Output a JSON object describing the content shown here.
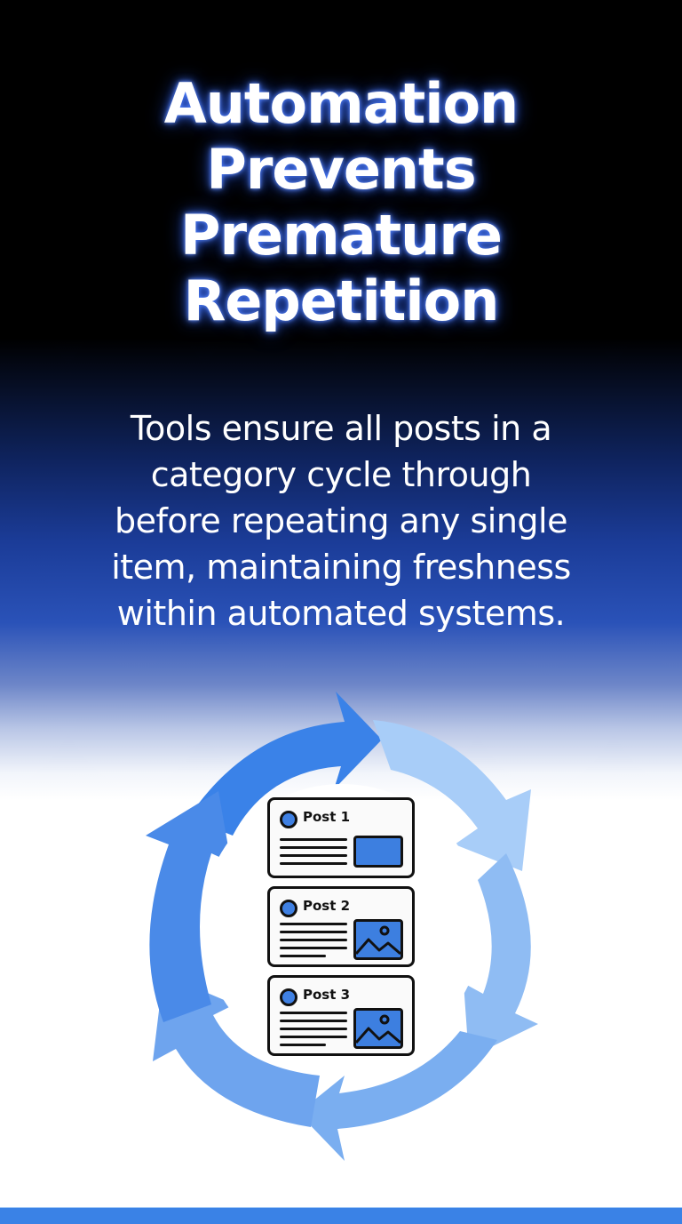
{
  "header": {
    "title_lines": [
      "Automation",
      "Prevents",
      "Premature",
      "Repetition"
    ],
    "subtitle_lines": [
      "Tools ensure all posts in a",
      "category cycle through",
      "before repeating any single",
      "item, maintaining freshness",
      "within automated systems."
    ]
  },
  "diagram": {
    "type": "cycle",
    "arrow_count": 6,
    "arrow_colors": [
      "#3a82e8",
      "#a8cdf8",
      "#8fbcf3",
      "#7aaef0",
      "#6ea4ee",
      "#4a8ae8"
    ],
    "posts": [
      {
        "label": "Post 1",
        "thumbnail": "blank-image-icon",
        "text_lines": 4
      },
      {
        "label": "Post 2",
        "thumbnail": "landscape-image-icon",
        "text_lines": 5
      },
      {
        "label": "Post 3",
        "thumbnail": "landscape-image-icon",
        "text_lines": 5
      }
    ],
    "accent_color": "#3d7fe0"
  },
  "footer": {
    "bar_color": "#3a82e6"
  }
}
